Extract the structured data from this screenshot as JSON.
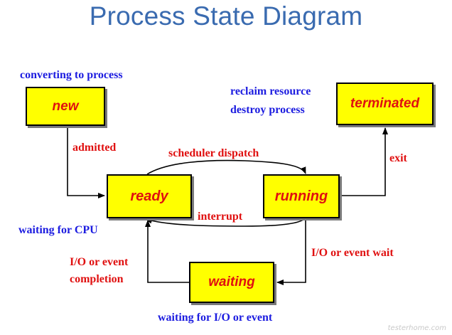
{
  "title": "Process State Diagram",
  "states": {
    "new": "new",
    "ready": "ready",
    "running": "running",
    "waiting": "waiting",
    "terminated": "terminated"
  },
  "notes": {
    "new": "converting to process",
    "terminated_line1": "reclaim resource",
    "terminated_line2": "destroy process",
    "ready": "waiting for CPU",
    "waiting": "waiting for I/O or event"
  },
  "transitions": {
    "admitted": "admitted",
    "scheduler_dispatch": "scheduler dispatch",
    "interrupt": "interrupt",
    "exit": "exit",
    "io_wait": "I/O or event wait",
    "io_completion_line1": "I/O or event",
    "io_completion_line2": "completion"
  },
  "watermark": "testerhome.com",
  "colors": {
    "title": "#3a6bb0",
    "state_fill": "#ffff00",
    "state_text": "#e01010",
    "note_text": "#1c1ce0",
    "transition_text": "#e01010"
  }
}
